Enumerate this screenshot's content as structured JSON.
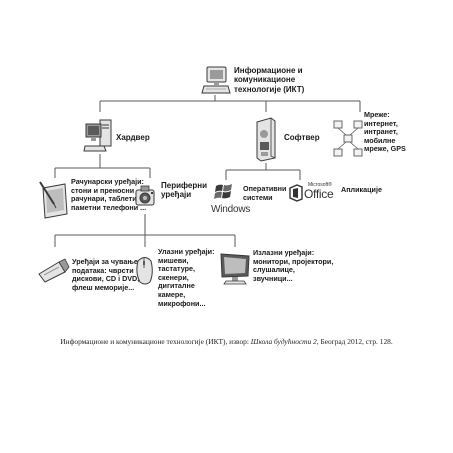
{
  "diagram": {
    "root": {
      "label": "Информационе и\nкомуникационе\nтехнологије (ИКТ)",
      "icon": "computer-icon"
    },
    "hardware": {
      "label": "Хардвер",
      "icon": "desktop-computer-icon"
    },
    "software": {
      "label": "Софтвер",
      "icon": "software-box-icon"
    },
    "networks": {
      "label": "Мреже:\nинтернет,\nинтранет,\nмобилне\nмреже, GPS",
      "icon": "network-icon"
    },
    "computers": {
      "label": "Рачунарски уређаји:\nстони и преносни\nрачунари, таблети,\nпаметни телефони ...",
      "icon": "tablet-pen-icon"
    },
    "peripherals": {
      "label": "Периферни\nуређаји",
      "icon": "camera-icon"
    },
    "os": {
      "label": "Оперативни\nсистеми",
      "brand": "Windows",
      "icon": "windows-logo-icon"
    },
    "apps": {
      "label": "Апликације",
      "brand_small": "Microsoft®",
      "brand": "Office",
      "icon": "office-logo-icon"
    },
    "storage": {
      "label": "Уређаји за чување\nподатака: чврсти\nдискови, CD і DVD,\nфлеш меморије...",
      "icon": "usb-drive-icon"
    },
    "input": {
      "label": "Улазни уређаји:\nмишеви,\nтастатуре,\nскенери,\nдигиталне\nкамере,\nмикрофони...",
      "icon": "mouse-icon"
    },
    "output": {
      "label": "Излазни уређаји:\nмонитори, пројектори,\nслушалице,\nзвучници...",
      "icon": "monitor-icon"
    }
  },
  "caption": {
    "text_before": "Информационе и комуникационе технологије (ИКТ), извор: ",
    "source_italic": "Школа будућности 2",
    "text_after": ", Београд 2012, стр. 128."
  },
  "colors": {
    "line": "#5a5a5a",
    "icon_dark": "#3a3a3a",
    "icon_mid": "#9a9a9a",
    "icon_light": "#e4e4e4"
  }
}
